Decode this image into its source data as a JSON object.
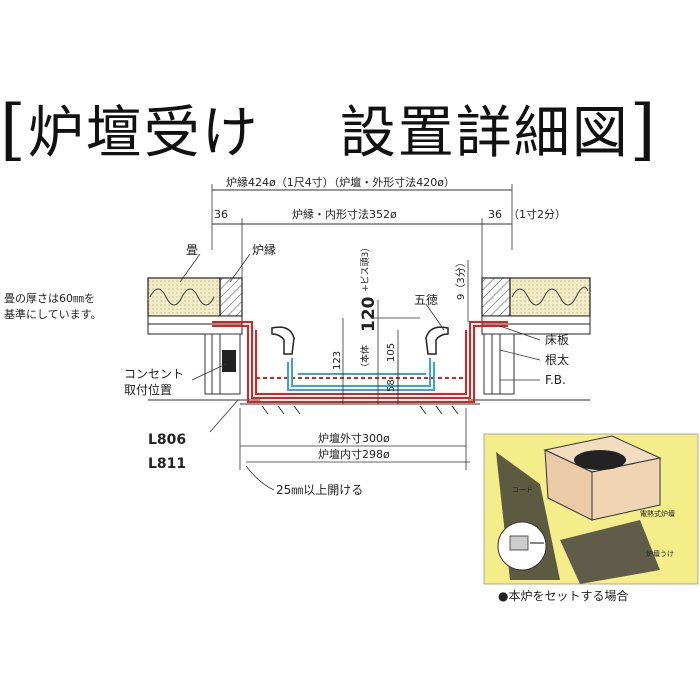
{
  "title": {
    "bracket_open": "[",
    "part1": "炉壇受け",
    "part2": "設置詳細図",
    "bracket_close": "]"
  },
  "dims": {
    "outer": "炉縁424ø（1尺4寸）（炉壇・外形寸法420ø）",
    "inner": "炉縁・内形寸法352ø",
    "left36": "36",
    "right36": "36",
    "right_note": "（1寸2分）",
    "rodan_outer": "炉壇外寸300ø",
    "rodan_inner": "炉壇内寸298ø",
    "gap_note": "25㎜以上開ける"
  },
  "labels": {
    "tatami": "畳",
    "robuchi": "炉縁",
    "tatami_note_1": "畳の厚さは60㎜を",
    "tatami_note_2": "基準にしています。",
    "outlet_1": "コンセント",
    "outlet_2": "取付位置",
    "L806": "L806",
    "L811": "L811",
    "gotoku": "五徳",
    "yukaita": "床板",
    "neda": "根太",
    "fb": "F.B.",
    "v9": "9（3分）",
    "v123": "123",
    "v120": "120",
    "v120_pre": "（本体",
    "v120_post": "+ビス頭3）",
    "v105": "105",
    "v58": "58"
  },
  "inset": {
    "cord": "コード",
    "electric": "電熱式炉壇",
    "receiver": "炉壇うけ",
    "caption": "●本炉をセットする場合"
  },
  "colors": {
    "red": "#e0201a",
    "blue": "#3aa3d8",
    "inset_bg": "#f5ec8a"
  }
}
